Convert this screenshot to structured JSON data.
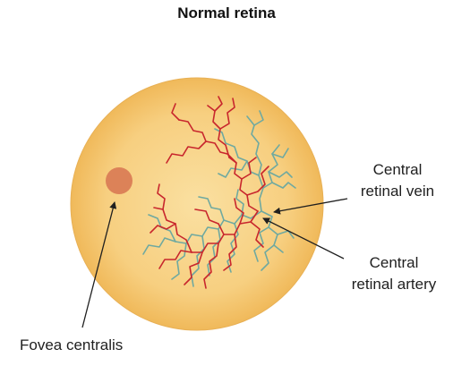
{
  "title": "Normal retina",
  "labels": {
    "vein": [
      "Central",
      "retinal vein"
    ],
    "artery": [
      "Central",
      "retinal artery"
    ],
    "fovea": "Fovea centralis"
  },
  "colors": {
    "retina_fill": "#f6c66a",
    "retina_center": "#fae0a1",
    "fovea": "#dc8258",
    "artery": "#c8262d",
    "vein": "#6fa9a0",
    "pointer": "#1f1f1f"
  }
}
